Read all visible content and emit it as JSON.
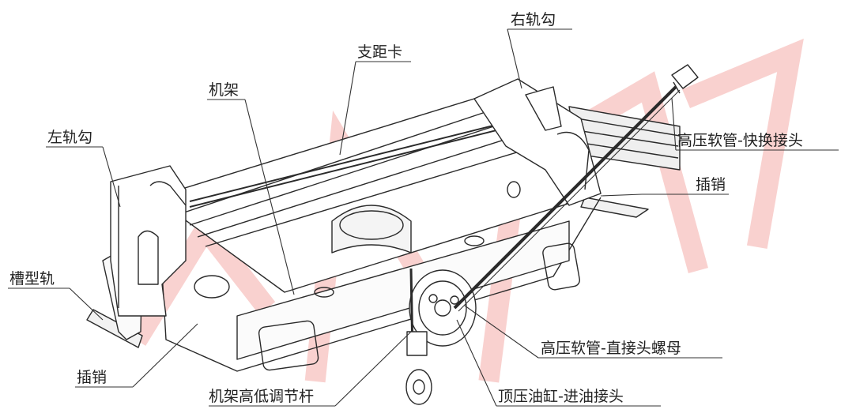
{
  "labels": {
    "right_rail_hook": "右轨勾",
    "gauge_clip": "支距卡",
    "frame": "机架",
    "left_rail_hook": "左轨勾",
    "hose_quick_coupler": "高压软管-快换接头",
    "pin_right": "插销",
    "channel_rail": "槽型轨",
    "hose_straight_nut": "高压软管-直接头螺母",
    "pin_left": "插销",
    "height_adjust_rod": "机架高低调节杆",
    "cylinder_inlet": "顶压油缸-进油接头"
  },
  "watermark": {
    "color": "#e5332a"
  }
}
